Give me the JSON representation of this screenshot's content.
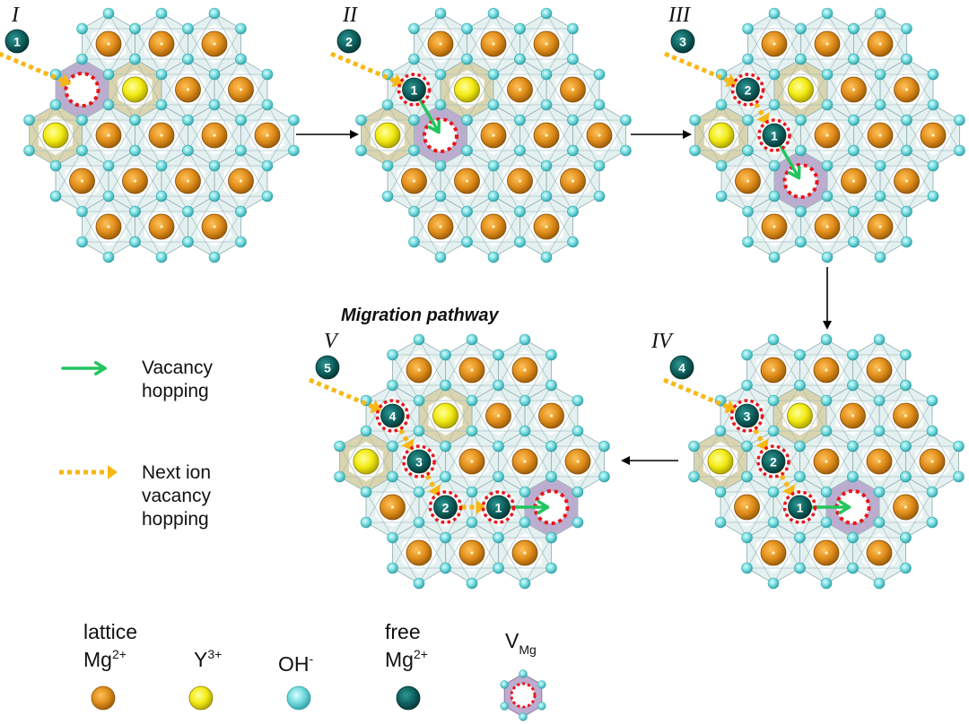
{
  "title": "Migration pathway",
  "colors": {
    "lattice_mg": "#e08e1b",
    "yttrium": "#f2ea12",
    "hydroxide": "#6fd8dc",
    "free_mg": "#0d5e5c",
    "vacancy_hex": "#b39ec8",
    "vacancy_ring": "#e8141a",
    "vacancy_hop_arrow": "#22c55e",
    "next_ion_arrow": "#f7b814",
    "lattice_face": "#dcecec",
    "y_face": "#d6d0a6",
    "edge": "#9fb9bc",
    "flow_arrow": "#000000"
  },
  "panels": [
    {
      "label": "I",
      "incoming_ion": "1",
      "yttrium_sites": [
        [
          1,
          1
        ],
        [
          2,
          0
        ]
      ],
      "vacancy_site": [
        1,
        0
      ],
      "ions": []
    },
    {
      "label": "II",
      "incoming_ion": "2",
      "yttrium_sites": [
        [
          1,
          1
        ],
        [
          2,
          0
        ]
      ],
      "vacancy_site": [
        2,
        1
      ],
      "ions": [
        {
          "n": "1",
          "site": [
            1,
            0
          ]
        }
      ]
    },
    {
      "label": "III",
      "incoming_ion": "3",
      "yttrium_sites": [
        [
          1,
          1
        ],
        [
          2,
          0
        ]
      ],
      "vacancy_site": [
        3,
        1
      ],
      "ions": [
        {
          "n": "2",
          "site": [
            1,
            0
          ]
        },
        {
          "n": "1",
          "site": [
            2,
            1
          ]
        }
      ]
    },
    {
      "label": "IV",
      "incoming_ion": "4",
      "yttrium_sites": [
        [
          1,
          1
        ],
        [
          2,
          0
        ]
      ],
      "vacancy_site": [
        3,
        2
      ],
      "ions": [
        {
          "n": "3",
          "site": [
            1,
            0
          ]
        },
        {
          "n": "2",
          "site": [
            2,
            1
          ]
        },
        {
          "n": "1",
          "site": [
            3,
            1
          ]
        }
      ]
    },
    {
      "label": "V",
      "incoming_ion": "5",
      "yttrium_sites": [
        [
          1,
          1
        ],
        [
          2,
          0
        ]
      ],
      "vacancy_site": [
        3,
        3
      ],
      "ions": [
        {
          "n": "4",
          "site": [
            1,
            0
          ]
        },
        {
          "n": "3",
          "site": [
            2,
            1
          ]
        },
        {
          "n": "2",
          "site": [
            3,
            1
          ]
        },
        {
          "n": "1",
          "site": [
            3,
            2
          ]
        }
      ]
    }
  ],
  "arrow_legend": [
    {
      "type": "vacancy-hopping",
      "lines": [
        "Vacancy",
        "hopping"
      ]
    },
    {
      "type": "next-ion-vacancy-hopping",
      "lines": [
        "Next ion",
        "vacancy",
        "hopping"
      ]
    }
  ],
  "species_legend": [
    {
      "key": "lattice_mg",
      "line1": "lattice",
      "base": "Mg",
      "sup": "2+",
      "sub": ""
    },
    {
      "key": "yttrium",
      "line1": "",
      "base": "Y",
      "sup": "3+",
      "sub": ""
    },
    {
      "key": "hydroxide",
      "line1": "",
      "base": "OH",
      "sup": "-",
      "sub": ""
    },
    {
      "key": "free_mg",
      "line1": "free",
      "base": "Mg",
      "sup": "2+",
      "sub": ""
    },
    {
      "key": "vacancy",
      "line1": "",
      "base": "V",
      "sup": "",
      "sub": "Mg"
    }
  ]
}
